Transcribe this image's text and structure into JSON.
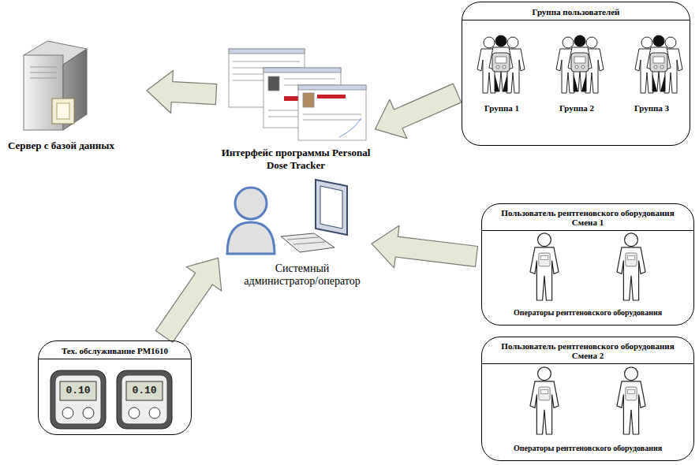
{
  "diagram": {
    "nodes": [
      {
        "text": [
          "Сервер с базой данных"
        ]
      },
      {
        "text": [
          "Интерфейс программы Personal Dose Tracker"
        ]
      },
      {
        "text": [
          "Системный администратор/оператор"
        ]
      },
      {
        "text": [
          "Группа пользователей"
        ]
      },
      {
        "text": [
          "Группа 1"
        ],
        "in": 3
      },
      {
        "text": [
          "Группа 2"
        ],
        "in": 3
      },
      {
        "text": [
          "Группа 3"
        ],
        "in": 3
      },
      {
        "text": [
          "Пользователь рентгеновского оборудования Смена 1",
          "Операторы рентгеновского оборудования"
        ]
      },
      {
        "text": [
          "Пользователь рентгеновского оборудования Смена 2",
          "Операторы рентгеновского оборудования"
        ]
      },
      {
        "text": [
          "Тех. обслуживание PM1610"
        ]
      }
    ],
    "edges": [
      {
        "from": 3,
        "to": 1,
        "arrow": "to"
      },
      {
        "from": 1,
        "to": 0,
        "arrow": "to"
      },
      {
        "from": 7,
        "to": 2,
        "arrow": "to"
      },
      {
        "from": 9,
        "to": 2,
        "arrow": "to"
      }
    ],
    "labels": [
      "0.10",
      "0.10"
    ]
  }
}
